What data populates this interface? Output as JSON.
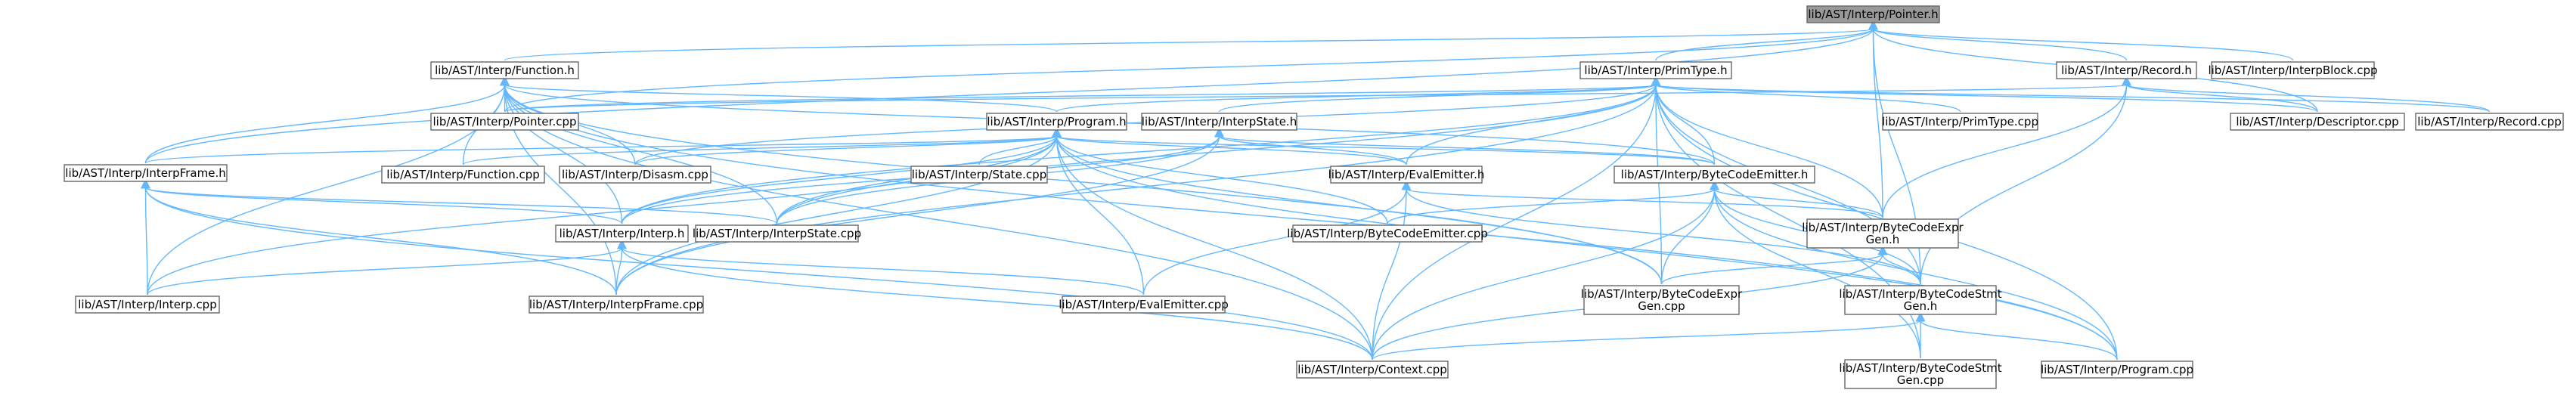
{
  "graph": {
    "edge_color": "#63b8ff",
    "root_fill": "#999999",
    "node_fill": "#ffffff",
    "nodes": [
      {
        "id": "pointer_h",
        "lines": [
          "lib/AST/Interp/Pointer.h"
        ],
        "root": true
      },
      {
        "id": "function_h",
        "lines": [
          "lib/AST/Interp/Function.h"
        ]
      },
      {
        "id": "primtype_h",
        "lines": [
          "lib/AST/Interp/PrimType.h"
        ]
      },
      {
        "id": "record_h",
        "lines": [
          "lib/AST/Interp/Record.h"
        ]
      },
      {
        "id": "interpblock_cpp",
        "lines": [
          "lib/AST/Interp/InterpBlock.cpp"
        ]
      },
      {
        "id": "pointer_cpp",
        "lines": [
          "lib/AST/Interp/Pointer.cpp"
        ]
      },
      {
        "id": "program_h",
        "lines": [
          "lib/AST/Interp/Program.h"
        ]
      },
      {
        "id": "interpstate_h",
        "lines": [
          "lib/AST/Interp/InterpState.h"
        ]
      },
      {
        "id": "primtype_cpp",
        "lines": [
          "lib/AST/Interp/PrimType.cpp"
        ]
      },
      {
        "id": "descriptor_cpp",
        "lines": [
          "lib/AST/Interp/Descriptor.cpp"
        ]
      },
      {
        "id": "record_cpp",
        "lines": [
          "lib/AST/Interp/Record.cpp"
        ]
      },
      {
        "id": "interpframe_h",
        "lines": [
          "lib/AST/Interp/InterpFrame.h"
        ]
      },
      {
        "id": "function_cpp",
        "lines": [
          "lib/AST/Interp/Function.cpp"
        ]
      },
      {
        "id": "disasm_cpp",
        "lines": [
          "lib/AST/Interp/Disasm.cpp"
        ]
      },
      {
        "id": "state_cpp",
        "lines": [
          "lib/AST/Interp/State.cpp"
        ]
      },
      {
        "id": "evalemitter_h",
        "lines": [
          "lib/AST/Interp/EvalEmitter.h"
        ]
      },
      {
        "id": "bytecodeemitter_h",
        "lines": [
          "lib/AST/Interp/ByteCodeEmitter.h"
        ]
      },
      {
        "id": "interp_h",
        "lines": [
          "lib/AST/Interp/Interp.h"
        ]
      },
      {
        "id": "interpstate_cpp",
        "lines": [
          "lib/AST/Interp/InterpState.cpp"
        ]
      },
      {
        "id": "bytecodeemitter_cpp",
        "lines": [
          "lib/AST/Interp/ByteCodeEmitter.cpp"
        ]
      },
      {
        "id": "bytecodeexprgen_h",
        "lines": [
          "lib/AST/Interp/ByteCodeExpr",
          "Gen.h"
        ]
      },
      {
        "id": "interp_cpp",
        "lines": [
          "lib/AST/Interp/Interp.cpp"
        ]
      },
      {
        "id": "interpframe_cpp",
        "lines": [
          "lib/AST/Interp/InterpFrame.cpp"
        ]
      },
      {
        "id": "evalemitter_cpp",
        "lines": [
          "lib/AST/Interp/EvalEmitter.cpp"
        ]
      },
      {
        "id": "bytecodeexprgen_cpp",
        "lines": [
          "lib/AST/Interp/ByteCodeExpr",
          "Gen.cpp"
        ]
      },
      {
        "id": "bytecodestmtgen_h",
        "lines": [
          "lib/AST/Interp/ByteCodeStmt",
          "Gen.h"
        ]
      },
      {
        "id": "context_cpp",
        "lines": [
          "lib/AST/Interp/Context.cpp"
        ]
      },
      {
        "id": "bytecodestmtgen_cpp",
        "lines": [
          "lib/AST/Interp/ByteCodeStmt",
          "Gen.cpp"
        ]
      },
      {
        "id": "program_cpp",
        "lines": [
          "lib/AST/Interp/Program.cpp"
        ]
      }
    ]
  }
}
